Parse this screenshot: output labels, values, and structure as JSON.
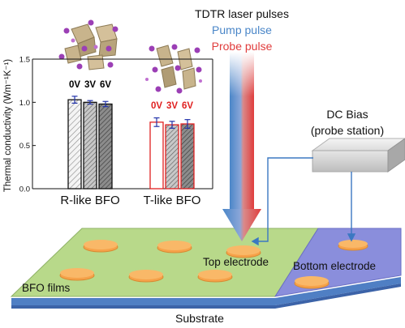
{
  "header": {
    "title": "TDTR laser pulses",
    "pump": "Pump pulse",
    "probe": "Probe pulse"
  },
  "colors": {
    "pump": "#4a86c8",
    "probe": "#e03c3c",
    "film": "#b8d98a",
    "bottom_layer": "#7b7fd6",
    "electrode": "#f6a24a",
    "wire": "#3b78c2"
  },
  "dc_bias": {
    "line1": "DC Bias",
    "line2": "(probe station)"
  },
  "device": {
    "top_electrode": "Top electrode",
    "bottom_electrode": "Bottom electrode",
    "films": "BFO films",
    "substrate": "Substrate"
  },
  "chart_data": {
    "type": "bar",
    "ylabel": "Thermal conductivity (Wm⁻¹K⁻¹)",
    "ylim": [
      0,
      1.5
    ],
    "yticks": [
      "0.0",
      "0.5",
      "1.0",
      "1.5"
    ],
    "groups": [
      {
        "name": "R-like BFO",
        "categories": [
          "0V",
          "3V",
          "6V"
        ],
        "values": [
          1.03,
          1.0,
          0.98
        ],
        "errors": [
          0.04,
          0.02,
          0.03
        ],
        "label_color": "#000000"
      },
      {
        "name": "T-like BFO",
        "categories": [
          "0V",
          "3V",
          "6V"
        ],
        "values": [
          0.77,
          0.74,
          0.75
        ],
        "errors": [
          0.05,
          0.04,
          0.05
        ],
        "label_color": "#e02020"
      }
    ]
  }
}
